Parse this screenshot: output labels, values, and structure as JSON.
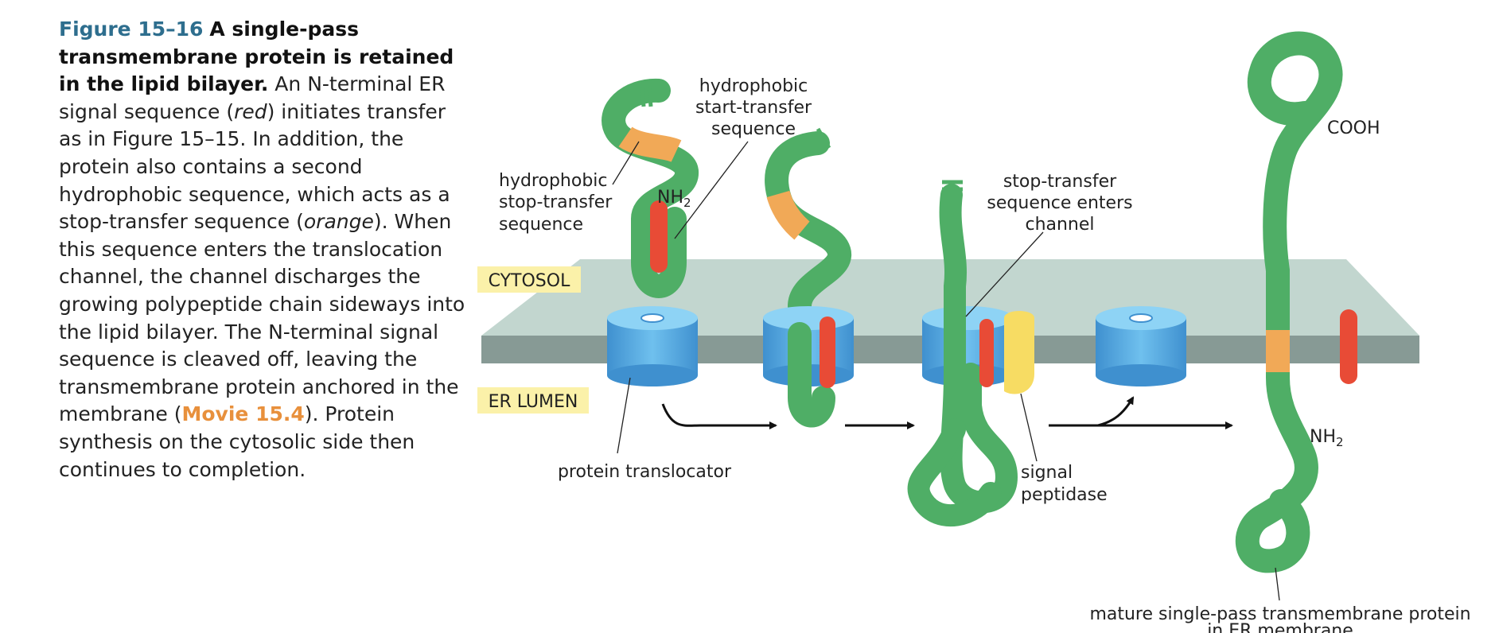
{
  "caption": {
    "figure_number": "Figure 15–16",
    "title": "A single-pass transmembrane protein is retained in the lipid bilayer.",
    "text_1": "An N-terminal ER signal sequence (",
    "text_red": "red",
    "text_2": ") initiates transfer as in Figure 15–15. In addition, the protein also contains a second hydrophobic sequence, which acts as a stop-transfer sequence (",
    "text_orange": "orange",
    "text_3": "). When this sequence enters the translocation channel, the channel discharges the growing polypeptide chain sideways into the lipid bilayer. The N-terminal signal sequence is cleaved off, leaving the transmembrane protein anchored in the membrane (",
    "movie_link": "Movie 15.4",
    "text_4": "). Protein synthesis on the cytosolic side then continues to completion."
  },
  "compartments": {
    "cytosol": "CYTOSOL",
    "er_lumen": "ER LUMEN"
  },
  "labels": {
    "start_transfer": [
      "hydrophobic",
      "start-transfer",
      "sequence"
    ],
    "stop_transfer": [
      "hydrophobic",
      "stop-transfer",
      "sequence"
    ],
    "nh2": "NH",
    "nh2_sub": "2",
    "stop_enters": [
      "stop-transfer",
      "sequence enters",
      "channel"
    ],
    "cooh": "COOH",
    "protein_translocator": "protein translocator",
    "signal_peptidase": [
      "signal",
      "peptidase"
    ],
    "mature_protein": [
      "mature single-pass transmembrane protein",
      "in ER membrane"
    ]
  },
  "colors": {
    "chain": "#4fae66",
    "signal_sequence": "#e84b36",
    "stop_transfer": "#f1a957",
    "membrane_top": "#c2d6cf",
    "membrane_side": "#879a95",
    "translocator": "#5aade0",
    "signal_peptidase": "#f7dc63",
    "label_box": "#fbf1a9",
    "fig_number": "#2e6e8e",
    "movie_link": "#e8903c"
  }
}
